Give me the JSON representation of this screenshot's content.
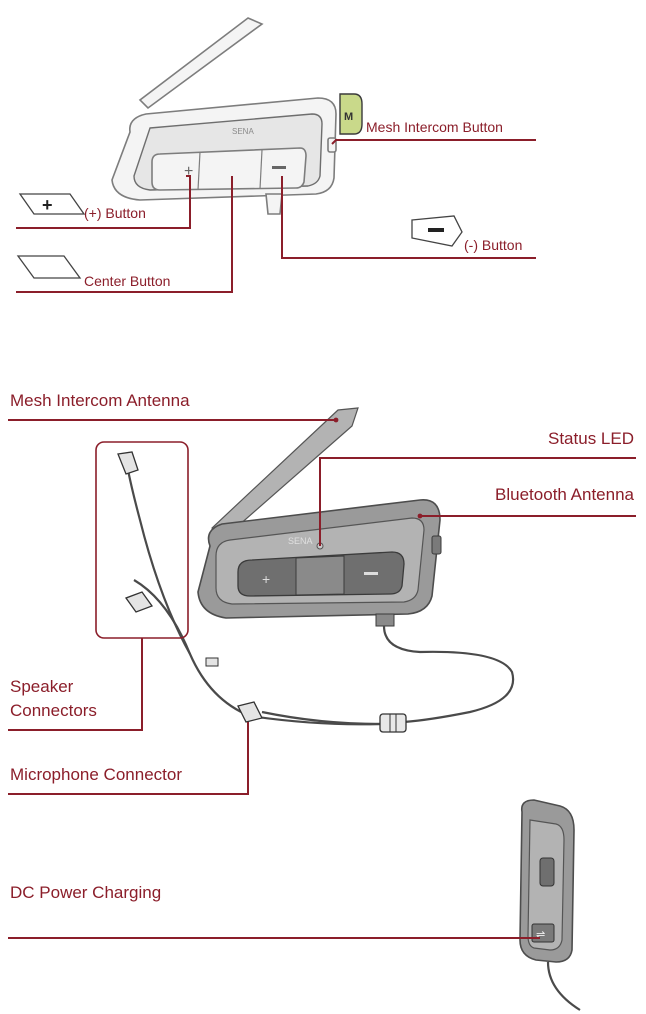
{
  "top_labels": {
    "mesh_intercom_button": "Mesh Intercom Button",
    "plus_button": "(+) Button",
    "center_button": "Center Button",
    "minus_button": "(-) Button",
    "mesh_button_glyph": "M"
  },
  "bottom_labels": {
    "mesh_intercom_antenna": "Mesh Intercom Antenna",
    "status_led": "Status LED",
    "bluetooth_antenna": "Bluetooth Antenna",
    "speaker_connectors_line1": "Speaker",
    "speaker_connectors_line2": "Connectors",
    "microphone_connector": "Microphone Connector",
    "dc_power_charging": "DC Power Charging"
  },
  "device": {
    "brand": "SENA"
  },
  "colors": {
    "label": "#8b1e2a",
    "mesh_button": "#c9d98a",
    "outline": "#7d7d7d",
    "device_body": "#9a9a9a"
  },
  "icons": {
    "plus": "plus-icon",
    "minus": "minus-icon",
    "usb": "usb-icon"
  }
}
